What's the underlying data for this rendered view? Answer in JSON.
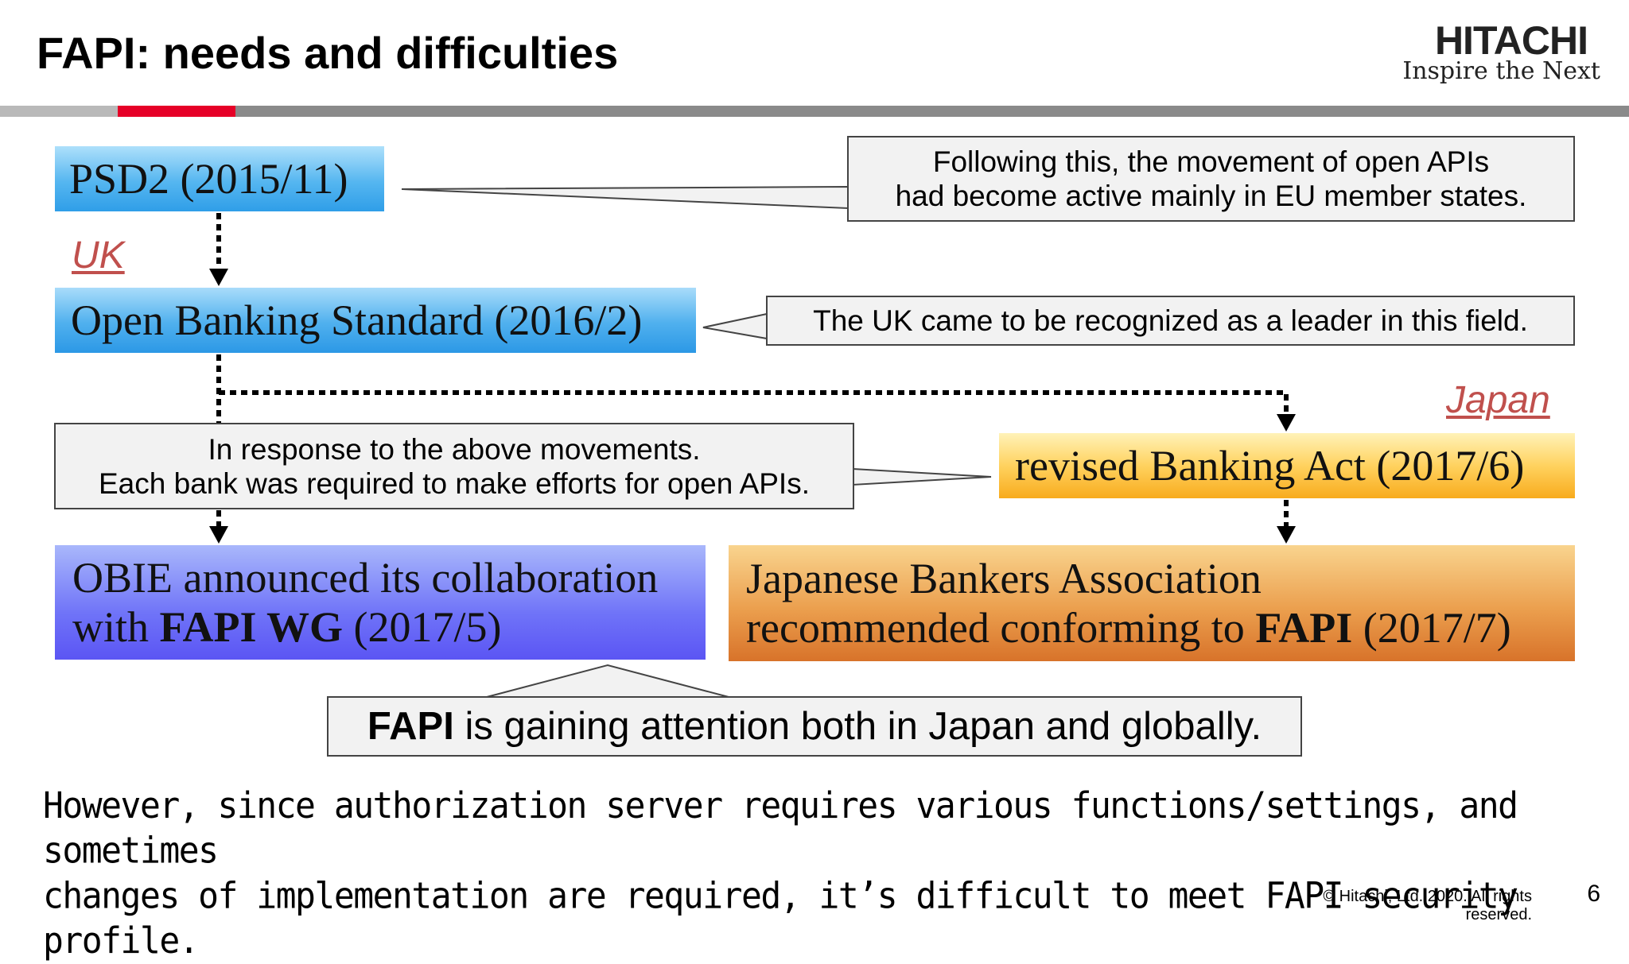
{
  "slide": {
    "title": "FAPI: needs and difficulties",
    "page_number": "6",
    "copyright": "© Hitachi, Ltd. 2020. All rights reserved."
  },
  "logo": {
    "name": "HITACHI",
    "tagline": "Inspire the Next"
  },
  "accent_bar": {
    "colors": [
      "#b9b9b9",
      "#e60027",
      "#8a8a8a"
    ]
  },
  "regions": {
    "uk": "UK",
    "japan": "Japan",
    "color": "#c0504d"
  },
  "milestones": {
    "psd2": "PSD2 (2015/11)",
    "open_banking": "Open Banking Standard (2016/2)",
    "revised_banking_act": "revised Banking Act (2017/6)",
    "obie": {
      "line1": "OBIE announced its collaboration",
      "line2_pre": "with ",
      "line2_bold": "FAPI WG",
      "line2_post": " (2017/5)"
    },
    "jba": {
      "line1": "Japanese Bankers Association",
      "line2_pre": "recommended conforming to ",
      "line2_bold": "FAPI",
      "line2_post": " (2017/7)"
    }
  },
  "callouts": {
    "eu": {
      "line1": "Following this, the movement of open APIs",
      "line2": "had become active mainly in EU member states."
    },
    "uk_leader": "The UK came to be recognized as a leader in this field.",
    "response": {
      "line1": "In response to the above movements.",
      "line2": "Each bank was required to make efforts for open APIs."
    },
    "fapi": {
      "bold": "FAPI",
      "rest": " is gaining attention both in Japan and globally."
    }
  },
  "summary": {
    "line1": "However, since authorization server requires various functions/settings, and sometimes",
    "line2": "changes of implementation are required, it’s difficult to meet FAPI security profile."
  }
}
